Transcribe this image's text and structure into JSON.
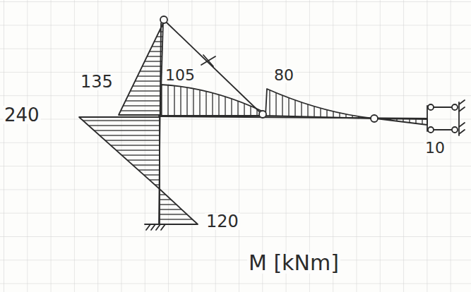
{
  "diagram": {
    "labels": [
      "135",
      "105",
      "80",
      "240",
      "120",
      "10",
      "M [kNm]"
    ]
  }
}
